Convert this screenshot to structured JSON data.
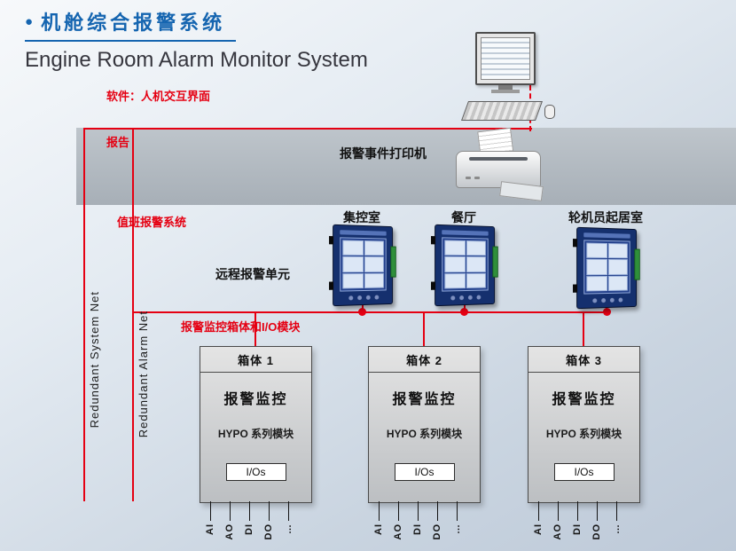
{
  "header": {
    "bullet": "●",
    "title_zh": "机舱综合报警系统",
    "title_en": "Engine Room Alarm Monitor System"
  },
  "labels": {
    "software": "软件：人机交互界面",
    "report": "报告",
    "printer": "报警事件打印机",
    "duty_alarm_system": "值班报警系统",
    "remote_alarm_unit": "远程报警单元",
    "cabinet_section": "报警监控箱体和I/O模块",
    "redundant_system_net": "Redundant System Net",
    "redundant_alarm_net": "Redundant Alarm Net"
  },
  "panels": [
    {
      "location": "集控室"
    },
    {
      "location": "餐厅"
    },
    {
      "location": "轮机员起居室"
    }
  ],
  "cabinets": [
    {
      "title": "箱体 1",
      "function": "报警监控",
      "module": "HYPO 系列模块",
      "io_label": "I/Os"
    },
    {
      "title": "箱体 2",
      "function": "报警监控",
      "module": "HYPO 系列模块",
      "io_label": "I/Os"
    },
    {
      "title": "箱体 3",
      "function": "报警监控",
      "module": "HYPO 系列模块",
      "io_label": "I/Os"
    }
  ],
  "io_pins": [
    "AI",
    "AO",
    "DI",
    "DO",
    "…"
  ],
  "colors": {
    "accent_red": "#e50012",
    "title_blue": "#1565b0",
    "band_gray": "#b3bac2",
    "panel_navy": "#15306e",
    "cabinet_gray": "#c9ccce"
  }
}
